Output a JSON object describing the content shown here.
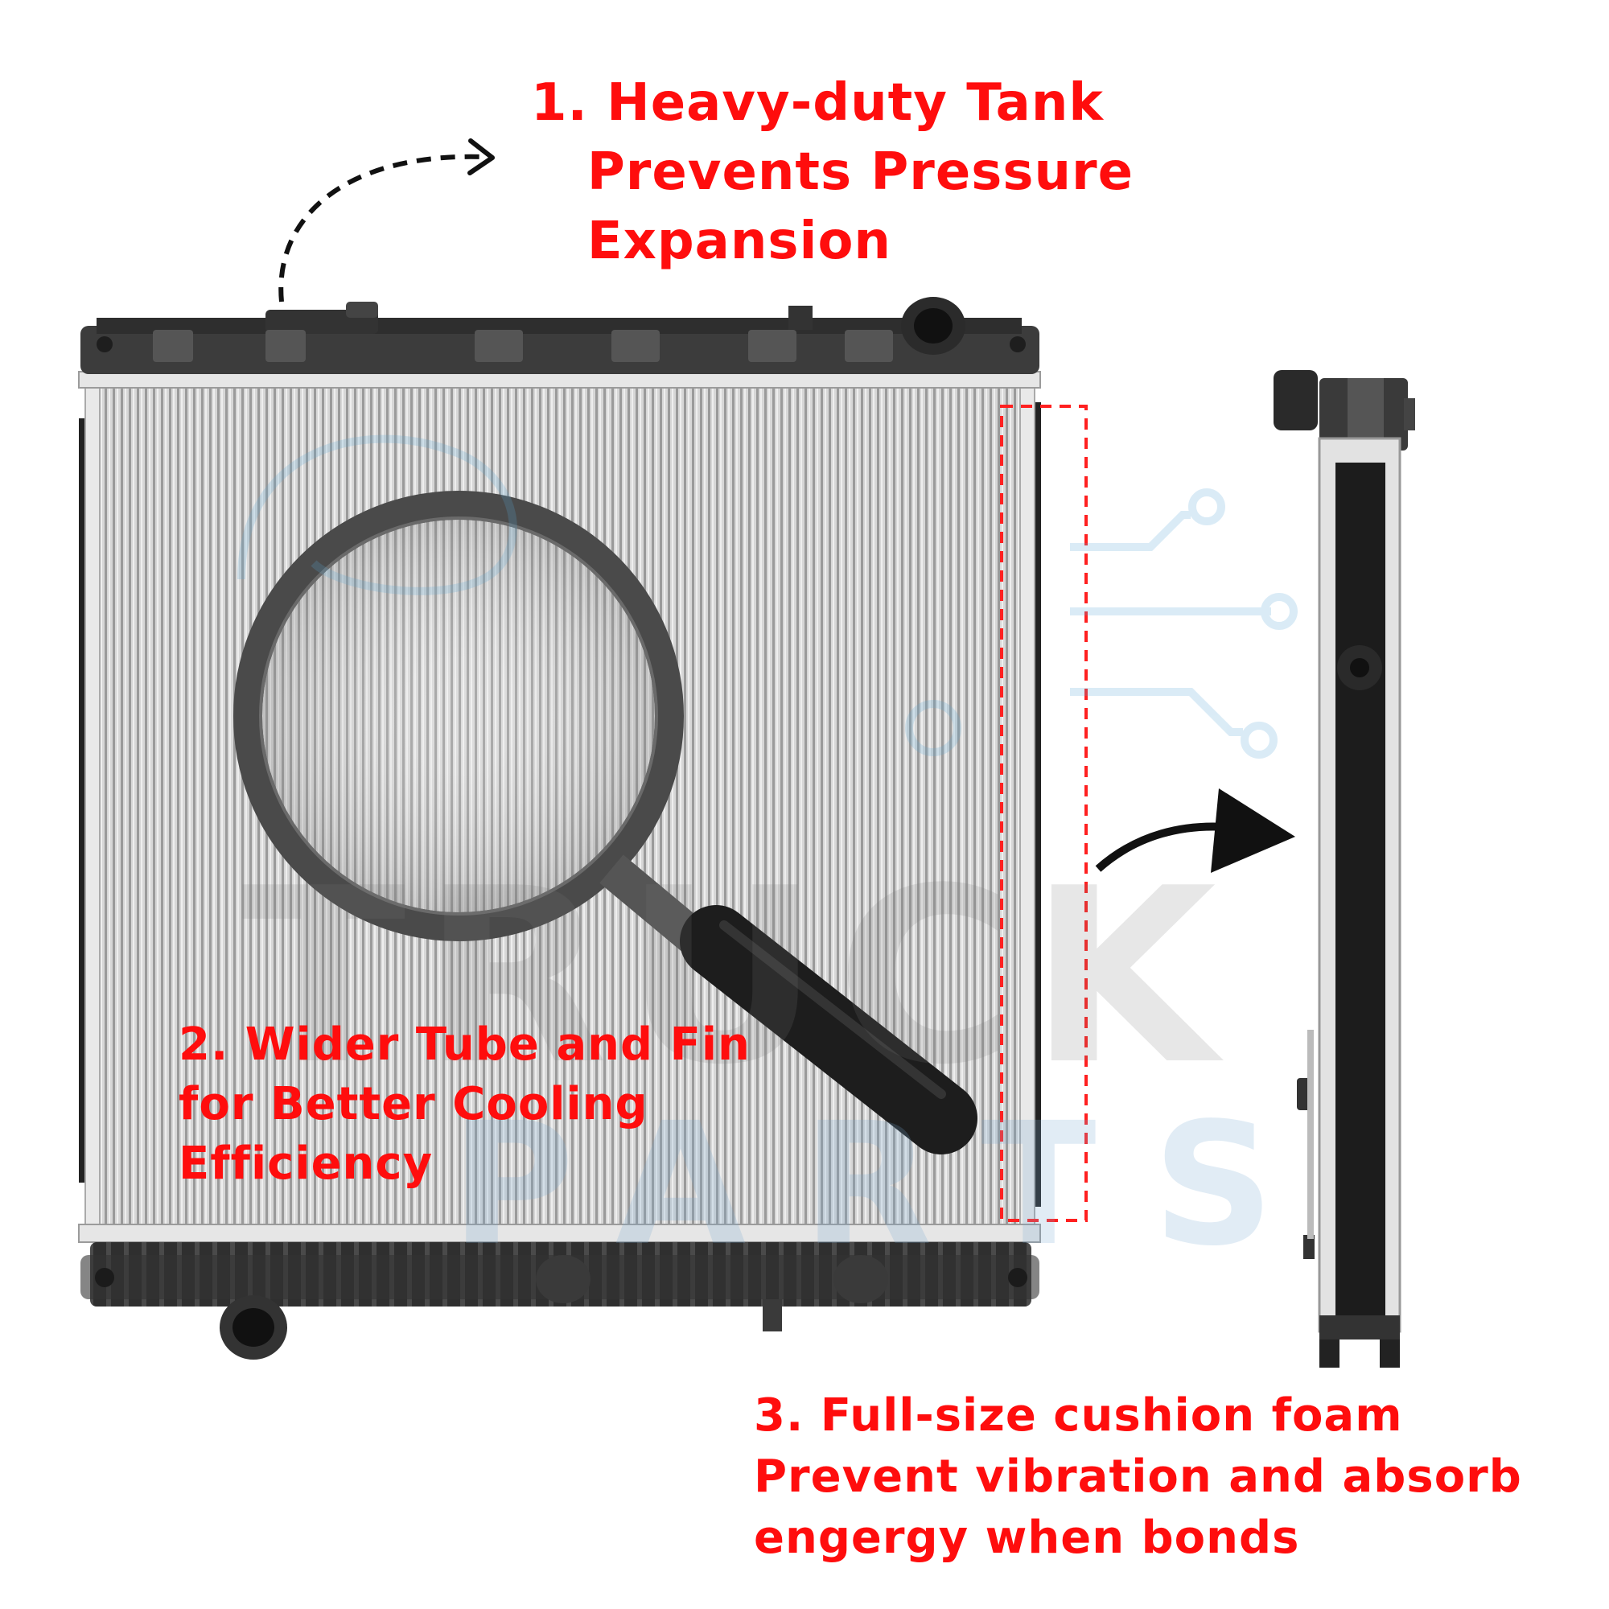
{
  "watermark": {
    "truck": "TRUCK",
    "parts": "PARTS"
  },
  "callouts": {
    "tank": "1. Heavy-duty Tank\n   Prevents Pressure\n   Expansion",
    "tube_fin": "2. Wider Tube and Fin\nfor Better Cooling\nEfficiency",
    "foam": "3. Full-size cushion foam\nPrevent vibration and absorb\nengergy when bonds"
  },
  "colors": {
    "callout_text": "#ff0d0d",
    "tank_plastic": "#3a3a3a",
    "core_metal": "#c9c9c9"
  },
  "icons": [
    "magnifier-icon",
    "curved-arrow-icon",
    "dashed-arrow-icon"
  ]
}
